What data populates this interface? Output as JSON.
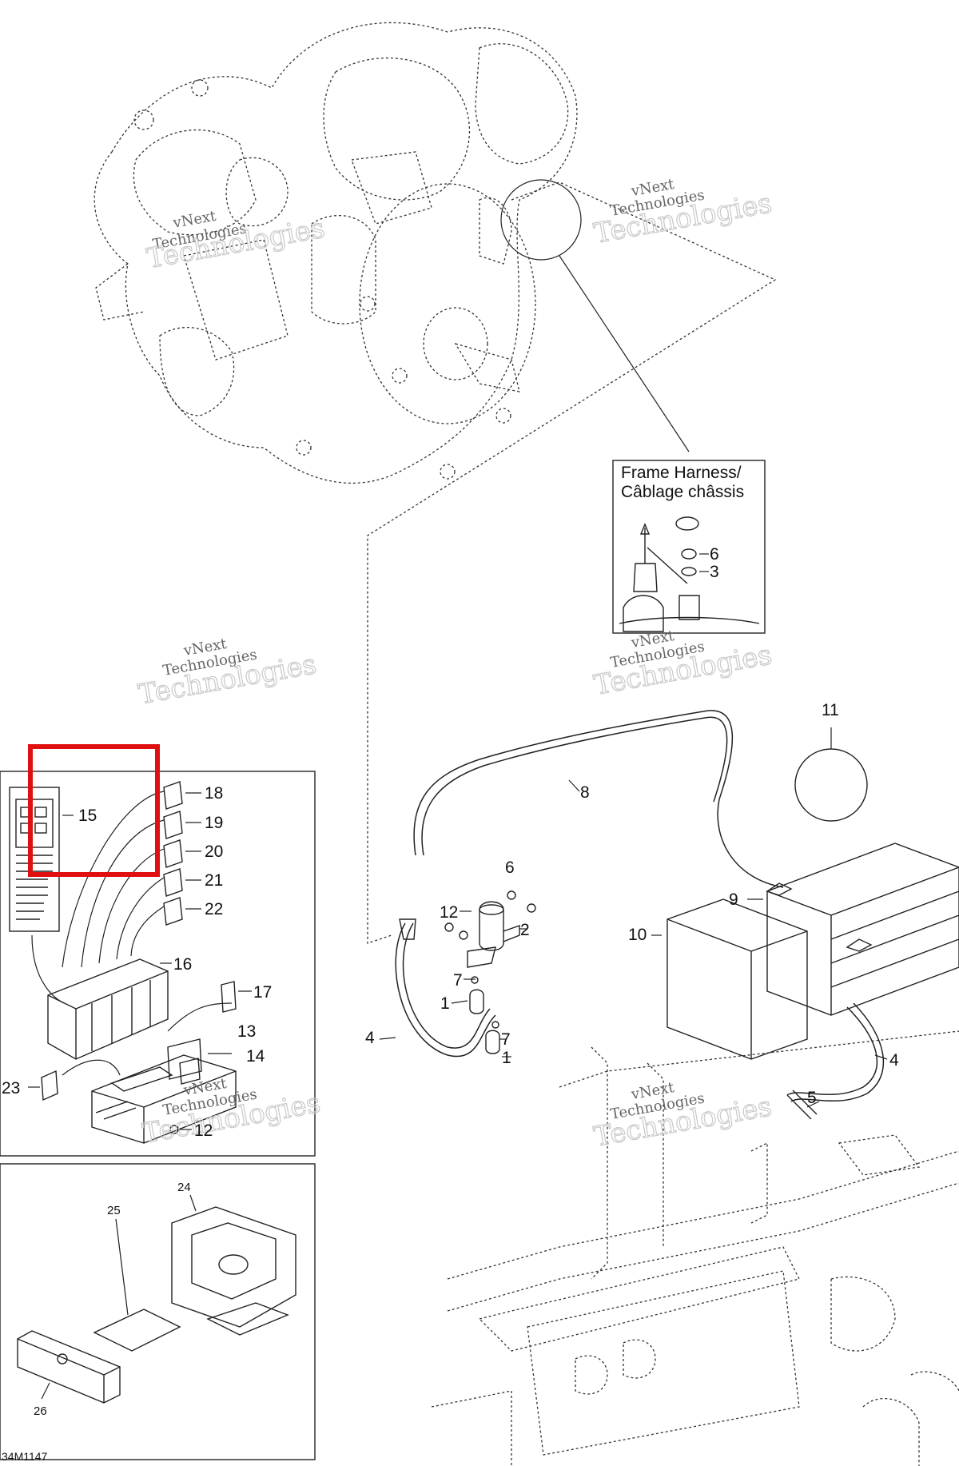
{
  "inset": {
    "title_line1": "Frame Harness/",
    "title_line2": "Câblage châssis",
    "callouts": [
      "6",
      "3"
    ]
  },
  "watermark": {
    "line1": "vNext",
    "line2": "Technologies",
    "big": "Technologies"
  },
  "figure_code": "34M1147",
  "highlight_color": "#e01010",
  "callouts": {
    "c1a": "1",
    "c1b": "1",
    "c2": "2",
    "c4a": "4",
    "c4b": "4",
    "c5": "5",
    "c6": "6",
    "c7a": "7",
    "c7b": "7",
    "c8": "8",
    "c9": "9",
    "c10": "10",
    "c11": "11",
    "c12a": "12",
    "c12b": "12",
    "c13": "13",
    "c14": "14",
    "c15": "15",
    "c16": "16",
    "c17": "17",
    "c18": "18",
    "c19": "19",
    "c20": "20",
    "c21": "21",
    "c22": "22",
    "c23": "23",
    "c24": "24",
    "c25": "25",
    "c26": "26"
  }
}
